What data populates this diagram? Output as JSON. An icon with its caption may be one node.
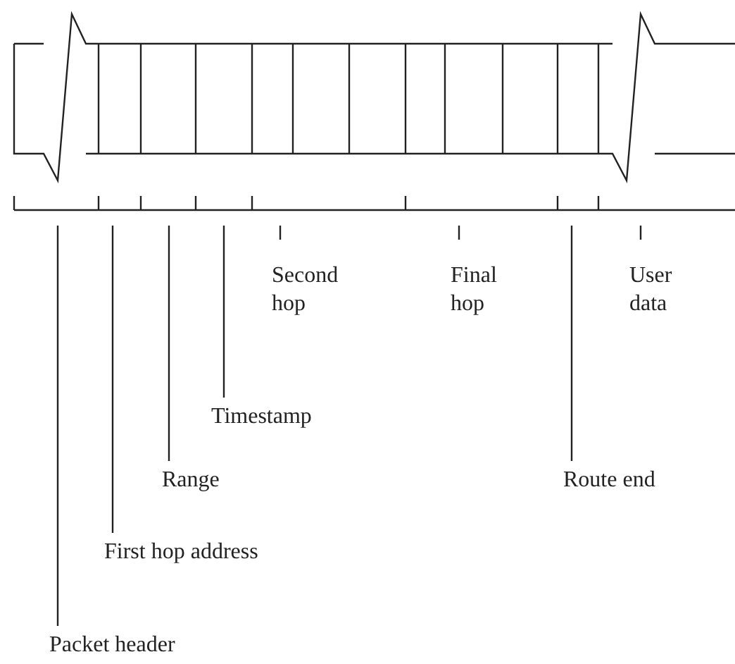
{
  "diagram": {
    "nodes": [
      {
        "text": [
          "Second hop"
        ]
      },
      {
        "text": [
          "Final hop"
        ]
      },
      {
        "text": [
          "User data"
        ]
      },
      {
        "text": [
          "Timestamp"
        ]
      },
      {
        "text": [
          "Range"
        ]
      },
      {
        "text": [
          "Route end"
        ]
      },
      {
        "text": [
          "First hop address"
        ]
      },
      {
        "text": [
          "Packet header"
        ]
      }
    ],
    "edges": [
      {
        "from": 0,
        "to": null,
        "arrow": "none"
      },
      {
        "from": 1,
        "to": null,
        "arrow": "none"
      },
      {
        "from": 2,
        "to": null,
        "arrow": "none"
      },
      {
        "from": 3,
        "to": null,
        "arrow": "none"
      },
      {
        "from": 4,
        "to": null,
        "arrow": "none"
      },
      {
        "from": 5,
        "to": null,
        "arrow": "none"
      },
      {
        "from": 6,
        "to": null,
        "arrow": "none"
      },
      {
        "from": 7,
        "to": null,
        "arrow": "none"
      }
    ]
  }
}
